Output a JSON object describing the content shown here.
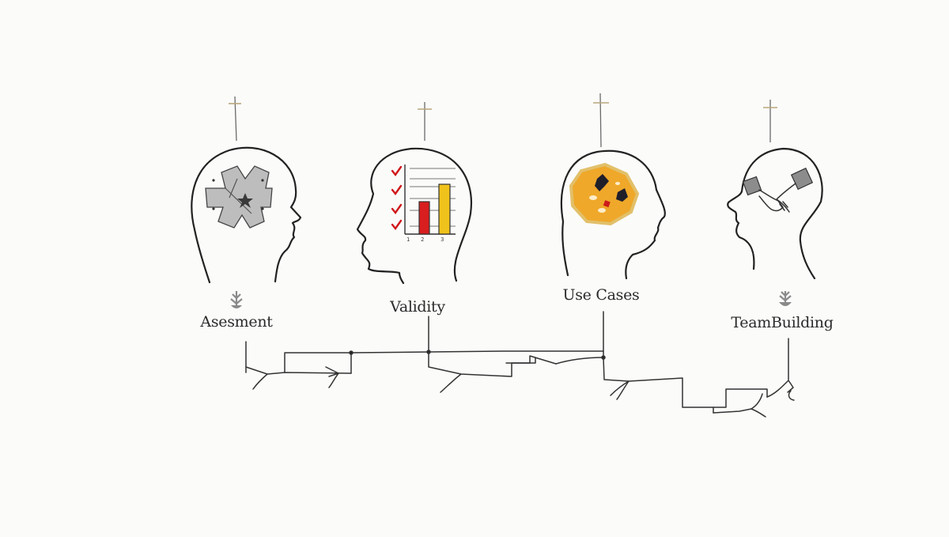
{
  "diagram": {
    "type": "process-flow",
    "stages": [
      {
        "id": "assessment",
        "label": "Asesment",
        "icon": "puzzle-gear-icon",
        "has_sprout": true,
        "icon_colors": {
          "fill": "#bdbdbd",
          "accent": "#3a3a3a"
        }
      },
      {
        "id": "validity",
        "label": "Validity",
        "icon": "bar-chart-checklist-icon",
        "has_sprout": false,
        "icon_colors": {
          "check": "#d0181a",
          "bar1": "#d81e1e",
          "bar2": "#f0c21c"
        },
        "mini_chart": {
          "categories": [
            "1",
            "2",
            "3"
          ],
          "values": [
            0,
            3,
            5
          ]
        }
      },
      {
        "id": "use-cases",
        "label": "Use Cases",
        "icon": "orange-octagon-icon",
        "has_sprout": false,
        "icon_colors": {
          "fill": "#efa82a",
          "rim": "#e2c06a",
          "dot": "#cc1b1b"
        }
      },
      {
        "id": "teambuilding",
        "label": "TeamBuilding",
        "icon": "handshake-icon",
        "has_sprout": true,
        "icon_colors": {
          "box": "#8c8c8c"
        }
      }
    ],
    "colors": {
      "background": "#fbfbfa",
      "ink": "#222222",
      "cross": "#b9a77a",
      "sprout": "#8a8a8a"
    }
  }
}
